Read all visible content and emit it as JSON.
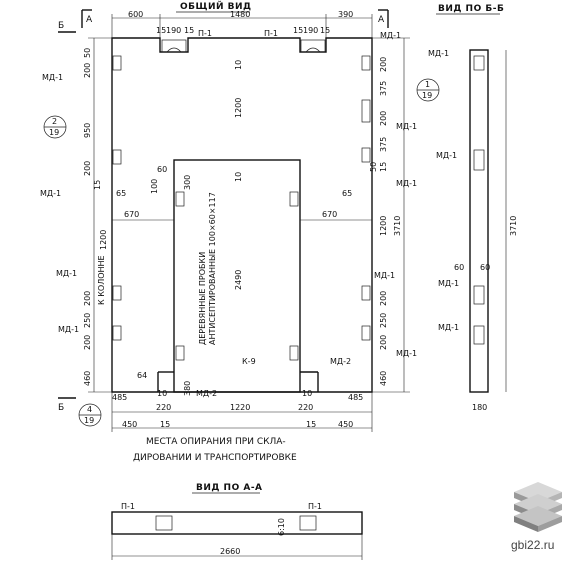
{
  "views": {
    "general": "ОБЩИЙ ВИД",
    "b": "ВИД ПО Б-Б",
    "a": "ВИД ПО А-А"
  },
  "section_marks": {
    "a": "А",
    "b": "Б",
    "a1": "А",
    "b1": "Б"
  },
  "elements": {
    "p1": "П-1",
    "md1": "МД-1",
    "md2": "МД-2",
    "k9": "К-9"
  },
  "notes": {
    "column": "К КОЛОННЕ",
    "wood_line1": "ДЕРЕВЯННЫЕ ПРОБКИ",
    "wood_line2": "АНТИСЕПТИРОВАННЫЕ 100×60×117",
    "support_line1": "МЕСТА ОПИРАНИЯ ПРИ СКЛА-",
    "support_line2": "ДИРОВАНИИ И ТРАНСПОРТИРОВКЕ"
  },
  "callouts": [
    {
      "top": "2",
      "bottom": "19"
    },
    {
      "top": "1",
      "bottom": "19"
    },
    {
      "top": "4",
      "bottom": "19"
    }
  ],
  "dims": {
    "d600": "600",
    "d1480": "1480",
    "d390": "390",
    "d15": "15",
    "d190": "190",
    "d200": "200",
    "d50": "50",
    "d950": "950",
    "d1200": "1200",
    "d10": "10",
    "d375": "375",
    "d60": "60",
    "d300": "300",
    "d100": "100",
    "d65": "65",
    "d670": "670",
    "d3710": "3710",
    "d2490": "2490",
    "d250": "250",
    "d460": "460",
    "d380": "380",
    "d64": "64",
    "d485": "485",
    "d220": "220",
    "d1220": "1220",
    "d450": "450",
    "d2660": "2660",
    "d180": "180",
    "d610": "6:10"
  },
  "watermark": {
    "site": "gbi22.ru",
    "logo_icon": "stacked-slabs-icon"
  }
}
